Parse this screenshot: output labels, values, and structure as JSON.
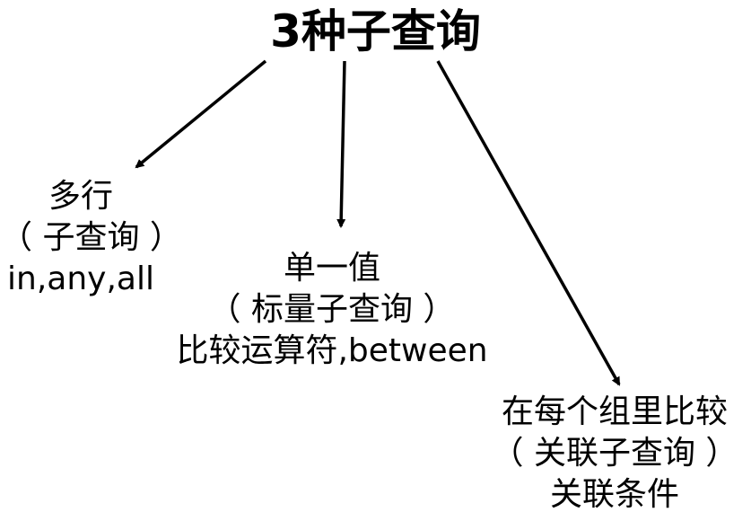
{
  "title": "3种子查询",
  "nodes": {
    "left": {
      "line1": "多行",
      "line2": "（ 子查询 ）",
      "line3": "in,any,all"
    },
    "middle": {
      "line1": "单一值",
      "line2": "（ 标量子查询 ）",
      "line3": "比较运算符,between"
    },
    "right": {
      "line1": "在每个组里比较",
      "line2": "（ 关联子查询 ）",
      "line3": "关联条件"
    }
  },
  "colors": {
    "text": "#000000",
    "arrow": "#000000",
    "background": "#ffffff"
  }
}
